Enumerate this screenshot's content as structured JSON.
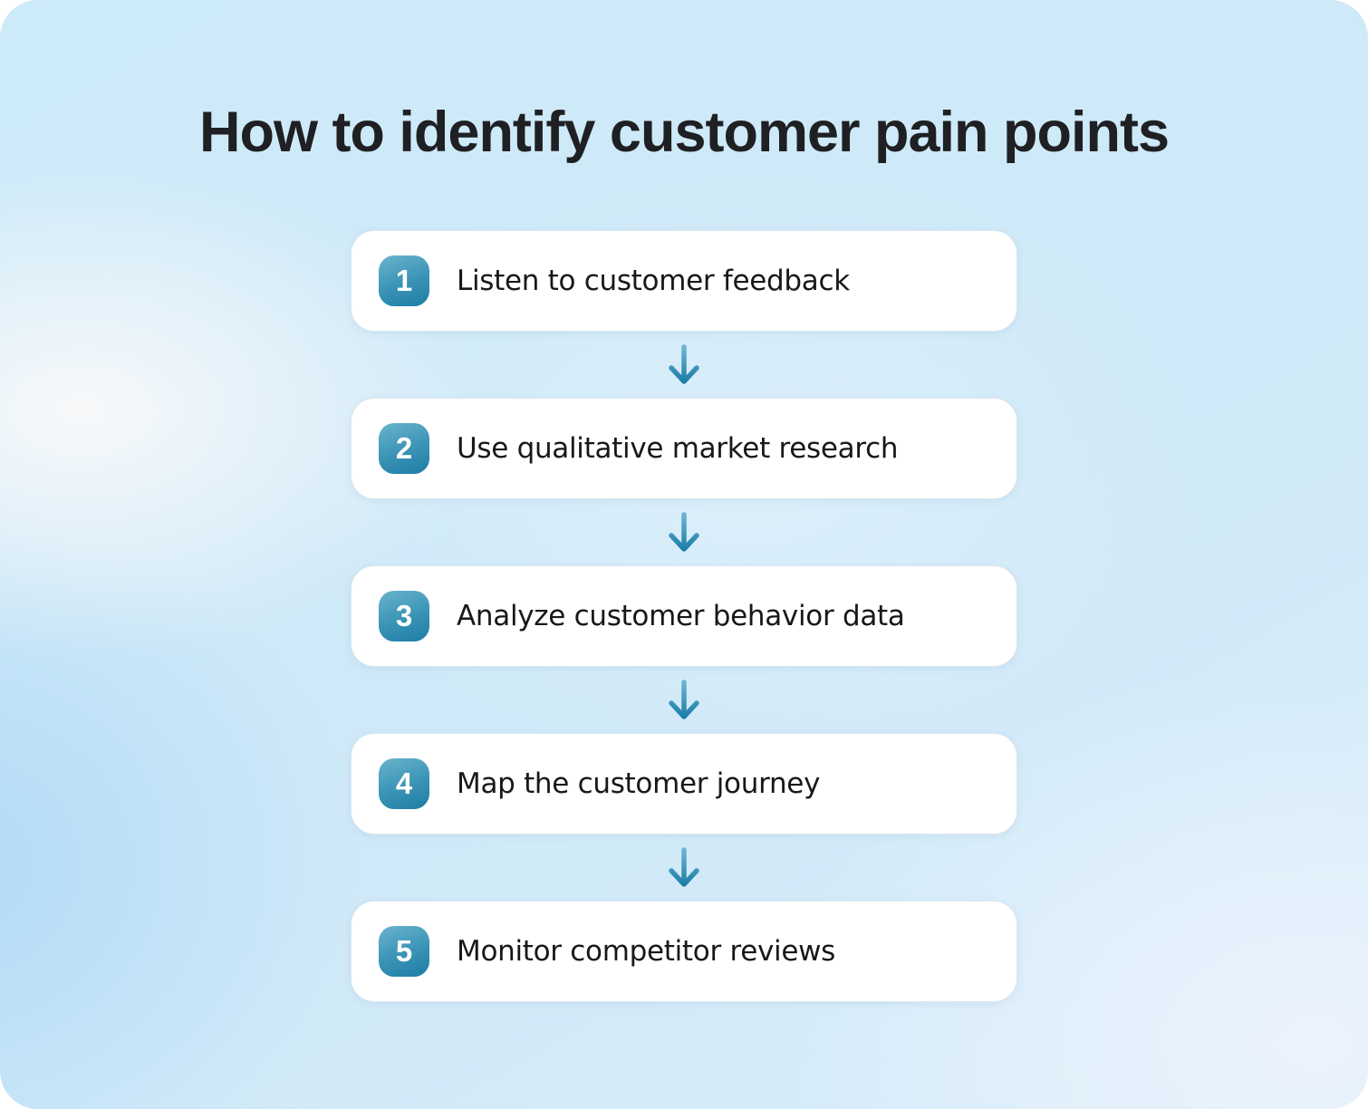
{
  "page": {
    "title": "How to identify customer pain points"
  },
  "steps": [
    {
      "number": "1",
      "label": "Listen to customer feedback"
    },
    {
      "number": "2",
      "label": "Use qualitative market research"
    },
    {
      "number": "3",
      "label": "Analyze customer behavior data"
    },
    {
      "number": "4",
      "label": "Map the customer journey"
    },
    {
      "number": "5",
      "label": "Monitor competitor reviews"
    }
  ],
  "icons": {
    "between_steps": "down-arrow-icon"
  },
  "colors": {
    "background_base": "#cfe9f8",
    "background_highlight": "#eff6fc",
    "card_background": "#ffffff",
    "card_border": "#dbe8f0",
    "badge_gradient_start": "#69b4cd",
    "badge_gradient_end": "#1d7ca6",
    "arrow_gradient_start": "#6fb3d2",
    "arrow_gradient_end": "#1c7fa8",
    "title_text": "#1f2023",
    "step_text": "#17181a"
  }
}
